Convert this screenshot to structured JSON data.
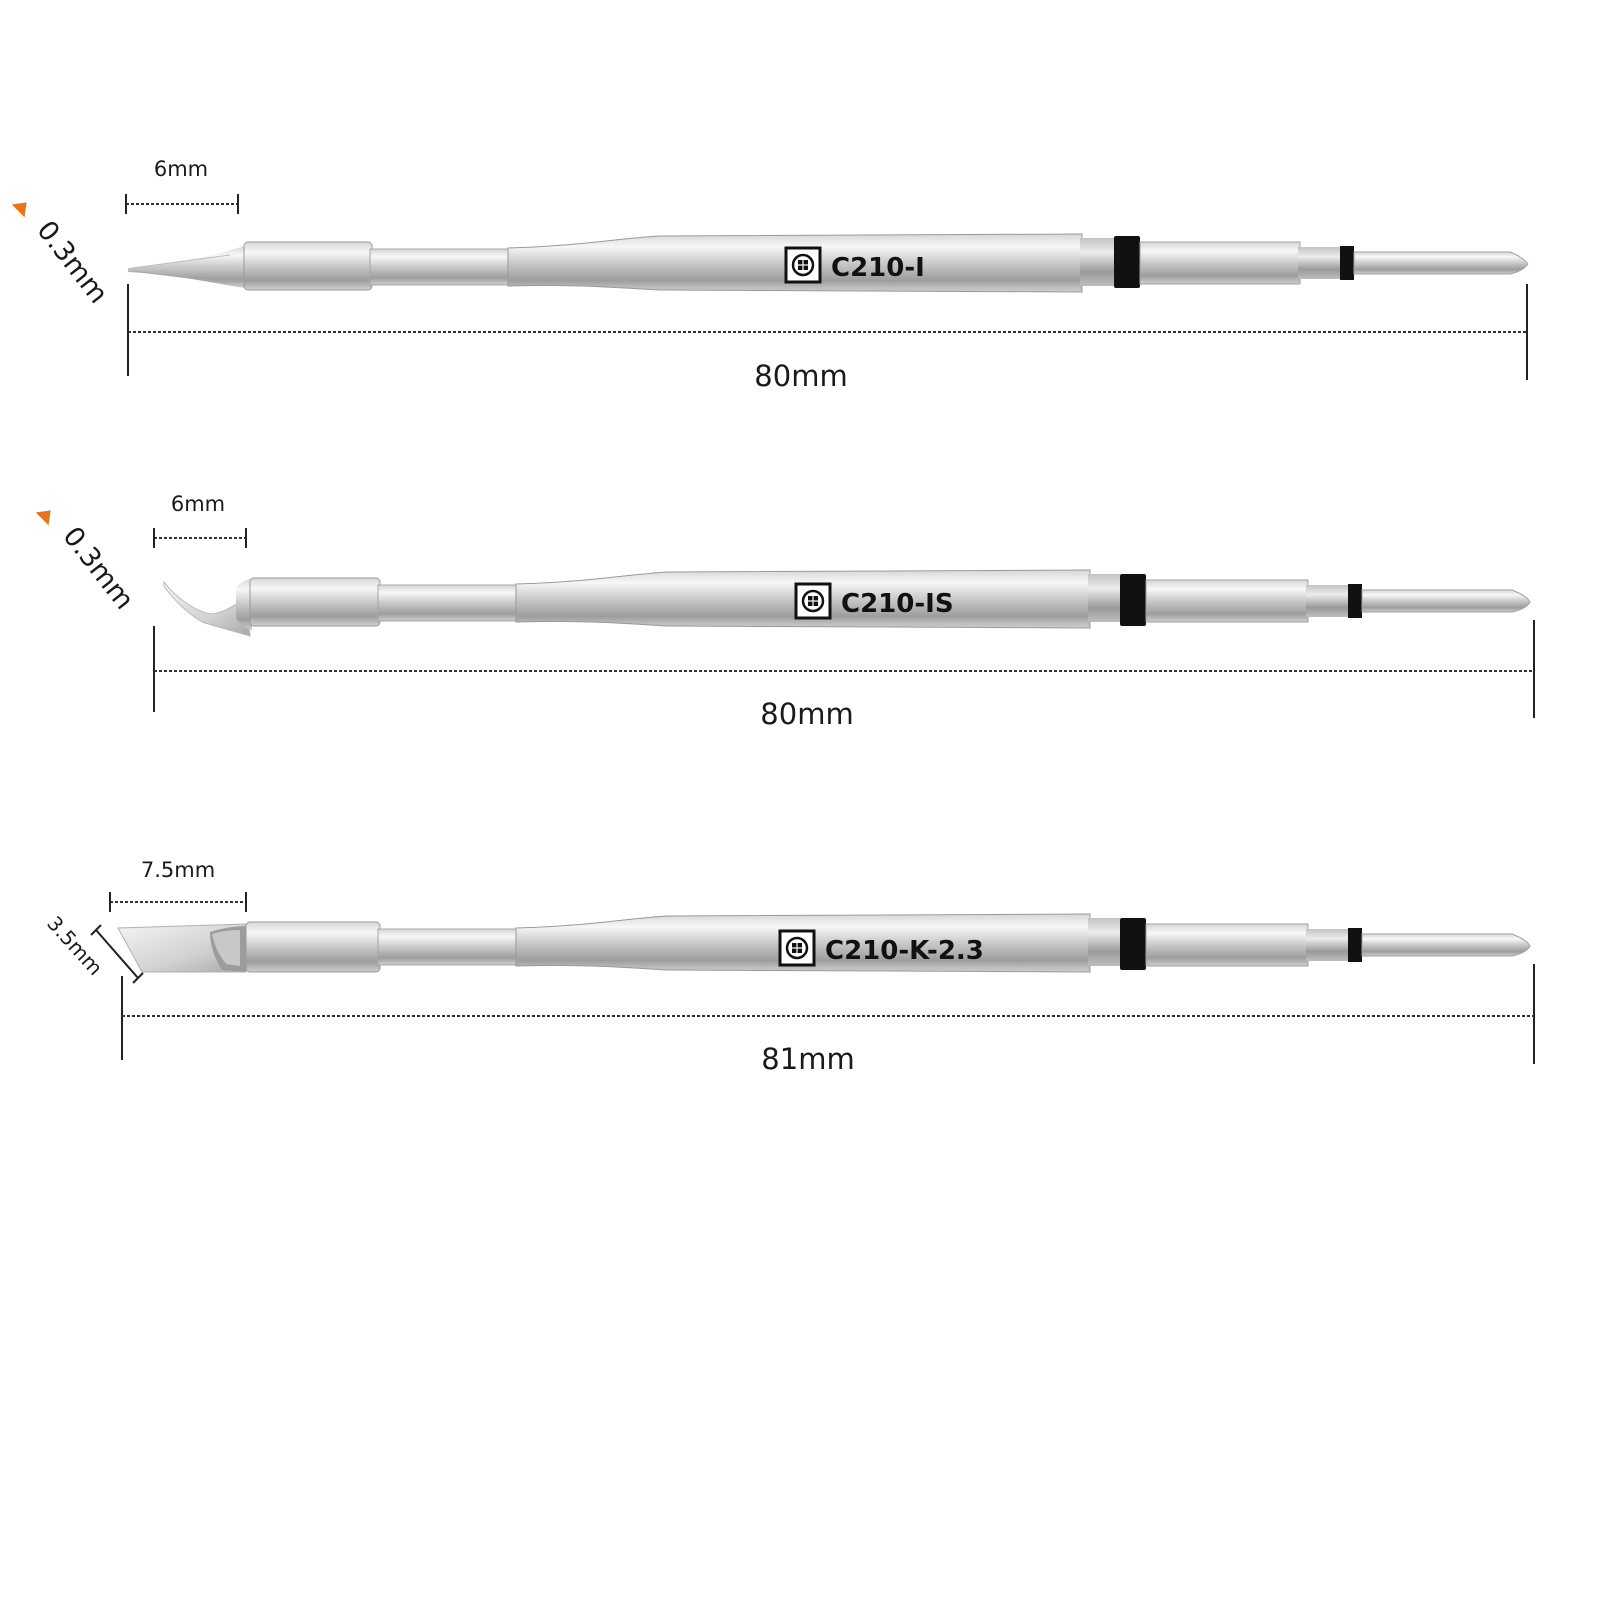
{
  "accent_color": "#e8731a",
  "tips": [
    {
      "model": "C210-I",
      "tip_shape": "needle",
      "tip_length_label": "6mm",
      "tip_size_label": "0.3mm",
      "tip_size_marker": "orange-triangle",
      "total_length_label": "80mm"
    },
    {
      "model": "C210-IS",
      "tip_shape": "bent-needle",
      "tip_length_label": "6mm",
      "tip_size_label": "0.3mm",
      "tip_size_marker": "orange-triangle",
      "total_length_label": "80mm"
    },
    {
      "model": "C210-K-2.3",
      "tip_shape": "knife",
      "tip_length_label": "7.5mm",
      "tip_size_label": "3.5mm",
      "tip_size_marker": "bracket",
      "total_length_label": "81mm"
    }
  ]
}
